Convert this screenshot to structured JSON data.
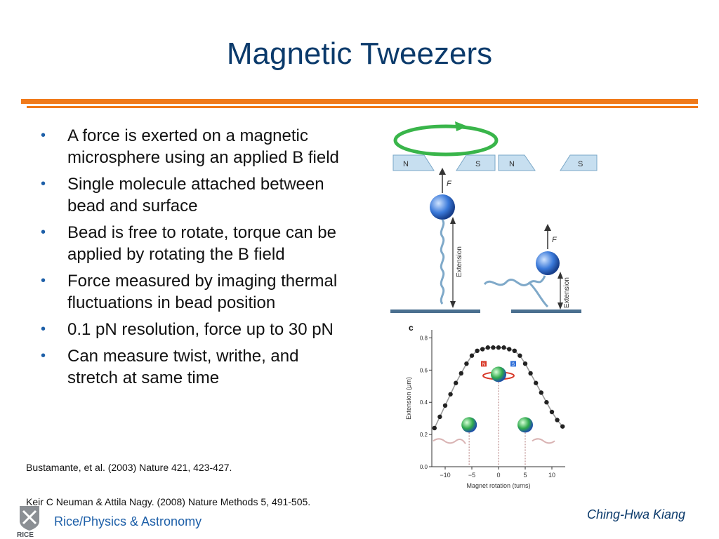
{
  "slide": {
    "title": "Magnetic Tweezers",
    "bullets": [
      "A force is exerted on a magnetic microsphere using an applied B field",
      "Single molecule attached between bead and surface",
      "Bead is free to rotate, torque can be applied by rotating the B field",
      "Force measured by imaging thermal fluctuations in bead position",
      "0.1 pN resolution, force up to 30 pN",
      "Can measure twist, writhe, and stretch at same time"
    ],
    "references": [
      "Bustamante, et al. (2003) Nature 421, 423-427.",
      "Keir C Neuman & Attila Nagy. (2008) Nature Methods 5, 491-505."
    ],
    "author": "Ching-Hwa Kiang",
    "department": "Rice/Physics & Astronomy",
    "logo_text": "RICE"
  },
  "schematic": {
    "magnet_labels": [
      "N",
      "S",
      "N",
      "S"
    ],
    "force_label": "F",
    "extension_label": "Extension",
    "panel_label": "c"
  },
  "chart_data": {
    "type": "scatter",
    "xlabel": "Magnet rotation (turns)",
    "ylabel": "Extension (μm)",
    "xticks": [
      -10,
      -5,
      0,
      5,
      10
    ],
    "yticks": [
      0.0,
      0.2,
      0.4,
      0.6,
      0.8
    ],
    "xlim": [
      -12.5,
      12.5
    ],
    "ylim": [
      0.0,
      0.85
    ],
    "x": [
      -12,
      -11,
      -10,
      -9,
      -8,
      -7,
      -6,
      -5,
      -4,
      -3,
      -2,
      -1,
      0,
      1,
      2,
      3,
      4,
      5,
      6,
      7,
      8,
      9,
      10,
      11,
      12
    ],
    "y": [
      0.24,
      0.31,
      0.38,
      0.45,
      0.52,
      0.58,
      0.64,
      0.69,
      0.72,
      0.73,
      0.74,
      0.74,
      0.74,
      0.74,
      0.73,
      0.72,
      0.69,
      0.64,
      0.58,
      0.52,
      0.46,
      0.4,
      0.34,
      0.29,
      0.25
    ],
    "marker_labels": [
      "N",
      "S"
    ],
    "colors": {
      "line": "#9a9a9a",
      "points": "#222222",
      "bead_blue": "#2f6fd8",
      "bead_green": "#2fa84a",
      "ring": "#d83a2a"
    }
  }
}
